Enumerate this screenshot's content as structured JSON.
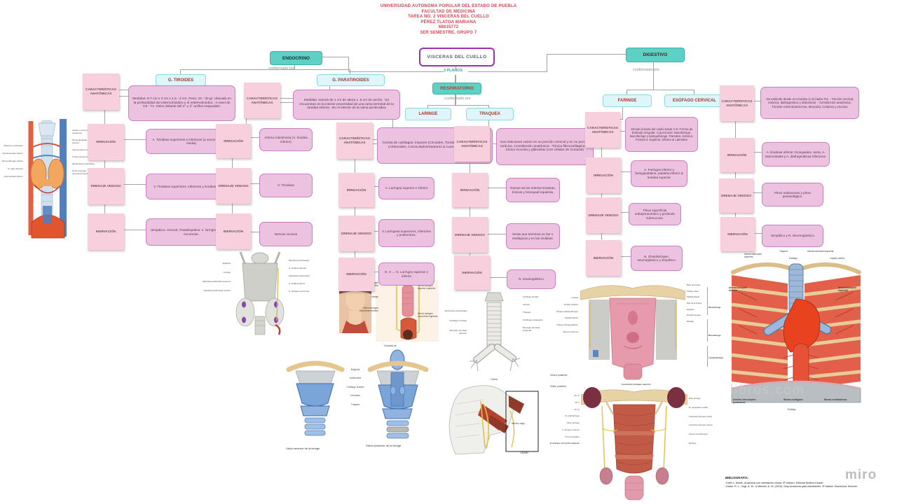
{
  "header": {
    "line1": "UNIVERSIDAD AUTONOMA POPULAR DEL ESTADO DE PUEBLA",
    "line2": "FACULTAD DE MEDICINA",
    "line3": "TAREA NO. 2 VISCERAS DEL CUELLO",
    "line4": "PÉREZ TLATOA MARIANA",
    "line5": "68815772",
    "line6": "3ER SEMESTRE, GRUPO 7"
  },
  "center": {
    "title": "VISCERAS DEL CUELLO",
    "planes": "3 PLANOS"
  },
  "connector_label": "conformado por",
  "systems": {
    "endocrino": {
      "label": "ENDOCRINO"
    },
    "respiratorio": {
      "label": "RESPIRATORIO"
    },
    "digestivo": {
      "label": "DIGESTIVO"
    }
  },
  "labels": {
    "caracteristicas": "CARACTERÍSTICAS ANATÓMICAS",
    "irrigacion": "IRRIGACIÓN",
    "drenaje": "DRENAJE VENOSO",
    "inervacion": "INERVACIÓN"
  },
  "organs": {
    "tiroides": {
      "label": "G. TIROIDES",
      "caracteristicas": "Medidas: 6-7 cm x 3 cm x 1,5 - 2 cm. Peso: 25 - 30 gr. Ubicada en la profundidad del esternohioideo y el esternotiroideo. -A nivel de C5 - T1 -Istmo delante del 2° y 3° anillos traqueales.",
      "irrigacion": "A. Tiroideas superiores e inferiores (a veces A. tiroidea media)",
      "drenaje": "V. Tiroideas superiores, inferiores y tiroideas medias.",
      "inervacion": "Simpático: cervical. Parasimpática: n. laríngeo superior y recurrente."
    },
    "paratiroides": {
      "label": "G. PARATIROIDES",
      "caracteristicas": "Medidas: menos de 1 cm de altura x .5 cm de ancho. -Se encuentran en la interior proximidad de una rama terminal de la tiroidea inferior. -En el interior de la vaina peritiroidea",
      "irrigacion": "Arteria voluminosa (A. tiroidea inferior)",
      "drenaje": "V. Tiroideas",
      "inervacion": "Nervios vecinos"
    },
    "laringe": {
      "label": "LARINGE",
      "caracteristicas": "Consta de cartílagos: Impares (Cricoides, Tiroides & Epiglotis) & Pares (Aritenoides, Corniculados/Santorini & Cuneiformes/ Wrisberg)",
      "irrigacion": "A. Laríngea superior e inferior",
      "drenaje": "V. Laríngeas superiores, inferiores y posteriores.",
      "inervacion": "N. X → N. Laríngeo superior e inferior"
    },
    "traquea": {
      "label": "TRAQUEA",
      "caracteristicas": "Sus relaciones varían en su porción cervical y en su porción torácica. Constitución anatómica: -Túnica fibrocartilaginosa, túnica mucosa y glándulas (con células de Goriazal)",
      "irrigacion": "Ramas de las arterias tiroideas, tímicas y bronquial izquierda.",
      "drenaje": "Venas que terminan en las V. esofágicas y en las tiroideas.",
      "inervacion": "N. neumogástrico"
    },
    "faringe": {
      "label": "FARINGE",
      "caracteristicas": "-Desde la base del cuello hasta C-6 -Forma de Embudo irregular -3 porciones: Nasofaringe, Bucofaringe y laringofaringe -Paredes: Anterior, Posterior, Superior, Inferior & Laterales",
      "irrigacion": "A. Faríngea inferior y faringopalatina, palatina inferior & tiroidea superior",
      "drenaje": "Plexo superficial subaponeurótico y profundo submucoso.",
      "inervacion": "N. Glosofaríngeo, neumogástrico y simpático."
    },
    "esofago": {
      "label": "ESÓFAGO CERVICAL",
      "caracteristicas": "-Se extiende desde el cricoides (c-6) hasta T11. - Porción cervical, torácica, diafragmática y abdominal. - Constitución anatómica: Túnicas Adventicia/serosa, Muscular, Celulosa y mucosa",
      "irrigacion": "A. tiroideas inferior, bronquiales, aorta, A. intercostales y A. diafragmáticas inferiores.",
      "drenaje": "Plexo submucoso y plexo periesofágico.",
      "inervacion": "Simpático y N. Neumogástrico"
    }
  },
  "images": {
    "thyroid_region": {
      "left_labels": [
        "Músculo omohioideo",
        "Arteria tiroidea inferior",
        "Nervio laríngeo inferior",
        "N. vago derecho",
        "Vena tiroidea inferior"
      ],
      "right_labels": [
        "Arteria y vena tiroideas superiores",
        "Rama glandular anterior",
        "Vena tiroidea media",
        "Tronco tirocervical",
        "Membrana cricotiroidea",
        "Nervio laríngeo recurrente izquierdo"
      ]
    },
    "parathyroid_posterior": {
      "left_labels": [
        "Epiglotis",
        "Laringe",
        "Glándula paratiroides superior",
        "Glándula paratiroides inferior"
      ],
      "right_labels": [
        "Membrana tirohioidea",
        "A. tiroidea superior",
        "Glándulas paratiroides",
        "A. tiroidea inferior",
        "N. laríngeo recurrente"
      ]
    },
    "laryngeal_nerves": {
      "labels": [
        "Nervio laríngeo superior derecho",
        "Laringe",
        "Nervio laríngeo recurrente derecho",
        "Nervio laríngeo superior izquierdo",
        "Nervio laríngeo recurrente izquierdo"
      ]
    },
    "larynx_views": {
      "top_label": "Cavidad de",
      "center_labels": [
        "Epiglotis",
        "Aritenoides",
        "Cartílago tiroides",
        "Cricoides",
        "Tráquea"
      ],
      "caption_anterior": "Visión anterior de la laringe",
      "caption_posterior": "Visión posterior de la laringe"
    },
    "trachea_bronchi": {
      "left_labels": [
        "Membrana cricotiroidea",
        "Cartílago cricoides",
        "Bronquio principal derecho"
      ],
      "right_labels": [
        "Cartílago tiroides",
        "Laringe",
        "Tráquea",
        "Cartílagos traqueales",
        "Bronquio principal izquierdo"
      ],
      "bottom_label": "Carina"
    },
    "neck_lateral": {
      "label": "Nervio vago",
      "credit": "©ADAM"
    },
    "pharynx_interior": {
      "caption": "Visión posterior",
      "region_labels": [
        "Nasofaringe",
        "Bucofaringe",
        "Laringofaringe"
      ],
      "left_labels": [
        "Coanas",
        "Rodete tubárico",
        "Pliegue salpingofaríngeo",
        "Paladar blando",
        "Pliegue faringoepiglótico",
        "Receso piriforme"
      ],
      "right_labels": [
        "Base del cráneo",
        "Tabique nasal",
        "Paladar blando",
        "Raíz de la lengua",
        "Epiglotis",
        "Entrada laríngea",
        "Esófago"
      ]
    },
    "pharynx_muscles": {
      "caption": "Visión posterior",
      "top_label": "Constrictor faríngeo superior",
      "left_labels": [
        "NC IX",
        "NC X",
        "NC XI",
        "M. estilofaríngeo",
        "Plexo faríngeo",
        "N. laríngeo superior",
        "Tronco simpático",
        "N. laríngeo recurrente izquierdo"
      ],
      "right_labels": [
        "Rafe faríngeo",
        "M. pterigoideo medial",
        "Constrictor faríngeo medio",
        "Constrictor faríngeo inferior",
        "Porción cricofaríngea",
        "Esófago"
      ]
    },
    "thorax_esophagus": {
      "watermark": "libros.com",
      "top_labels": [
        "Arteria intercostal suprema",
        "Tráquea",
        "Esófago",
        "Arteria subclavia izquierda",
        "Cayado aórtico"
      ],
      "side_left": "Arteria bronquial derecha",
      "side_right": "Arteria bronquial izquierda",
      "bottom_labels": [
        "Arterias intercostales posteriores",
        "Ramas esofágicas",
        "Ramas mediastínicas",
        "Esófago"
      ]
    }
  },
  "bibliography": {
    "title": "BIBLIOGRAFÍA:",
    "e1": "-Keith L. Moore. Anatomía con orientación clínica. 8ª edición. Editorial Wolters Kluwer.",
    "e2": "-Drake, R. L., Vogl, A. W., & Mitchell, A. W. (2015). Gray Anatomía para estudiantes. 3ª edición. Barcelona: Elsevier."
  },
  "watermark": "miro"
}
